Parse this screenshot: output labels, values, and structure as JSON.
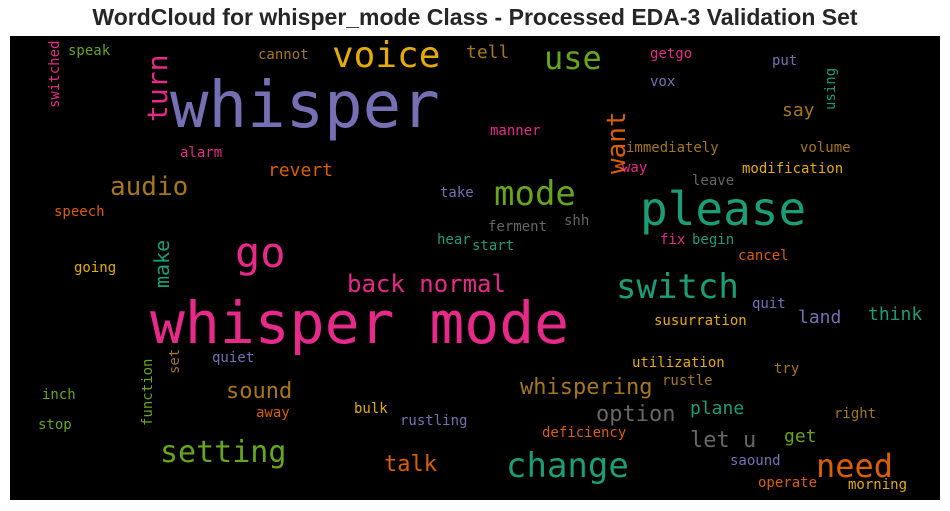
{
  "title": "WordCloud for whisper_mode Class - Processed EDA-3 Validation Set",
  "background": "#000000",
  "palette": {
    "green": "#1b9e77",
    "orange": "#d95f02",
    "purple": "#7570b3",
    "pink": "#e7298a",
    "lime": "#66a61e",
    "yellow": "#e6ab02",
    "brown": "#a6761d",
    "gray": "#666666"
  },
  "words": [
    {
      "text": "whisper mode",
      "color": "#e7298a"
    },
    {
      "text": "whisper",
      "color": "#7570b3"
    },
    {
      "text": "please",
      "color": "#1b9e77"
    },
    {
      "text": "voice",
      "color": "#e6ab02"
    },
    {
      "text": "change",
      "color": "#1b9e77"
    },
    {
      "text": "go",
      "color": "#e7298a"
    },
    {
      "text": "mode",
      "color": "#66a61e"
    },
    {
      "text": "switch",
      "color": "#1b9e77"
    },
    {
      "text": "need",
      "color": "#d95f02"
    },
    {
      "text": "use",
      "color": "#66a61e"
    },
    {
      "text": "setting",
      "color": "#66a61e"
    },
    {
      "text": "turn",
      "color": "#e7298a"
    },
    {
      "text": "audio",
      "color": "#a6761d"
    },
    {
      "text": "want",
      "color": "#d95f02"
    },
    {
      "text": "back normal",
      "color": "#e7298a"
    },
    {
      "text": "whispering",
      "color": "#a6761d"
    },
    {
      "text": "sound",
      "color": "#a6761d"
    },
    {
      "text": "option",
      "color": "#666666"
    },
    {
      "text": "let u",
      "color": "#666666"
    },
    {
      "text": "talk",
      "color": "#d95f02"
    },
    {
      "text": "make",
      "color": "#1b9e77"
    },
    {
      "text": "tell",
      "color": "#a6761d"
    },
    {
      "text": "say",
      "color": "#a6761d"
    },
    {
      "text": "think",
      "color": "#1b9e77"
    },
    {
      "text": "land",
      "color": "#7570b3"
    },
    {
      "text": "plane",
      "color": "#1b9e77"
    },
    {
      "text": "get",
      "color": "#66a61e"
    },
    {
      "text": "revert",
      "color": "#d95f02"
    },
    {
      "text": "speak",
      "color": "#66a61e"
    },
    {
      "text": "switched",
      "color": "#e7298a"
    },
    {
      "text": "cannot",
      "color": "#a6761d"
    },
    {
      "text": "getgo",
      "color": "#e7298a"
    },
    {
      "text": "put",
      "color": "#7570b3"
    },
    {
      "text": "vox",
      "color": "#7570b3"
    },
    {
      "text": "using",
      "color": "#1b9e77"
    },
    {
      "text": "manner",
      "color": "#e7298a"
    },
    {
      "text": "immediately",
      "color": "#a6761d"
    },
    {
      "text": "volume",
      "color": "#a6761d"
    },
    {
      "text": "alarm",
      "color": "#e7298a"
    },
    {
      "text": "way",
      "color": "#e7298a"
    },
    {
      "text": "modification",
      "color": "#e6ab02"
    },
    {
      "text": "leave",
      "color": "#666666"
    },
    {
      "text": "take",
      "color": "#7570b3"
    },
    {
      "text": "speech",
      "color": "#d95f02"
    },
    {
      "text": "ferment",
      "color": "#666666"
    },
    {
      "text": "shh",
      "color": "#666666"
    },
    {
      "text": "hear",
      "color": "#1b9e77"
    },
    {
      "text": "start",
      "color": "#1b9e77"
    },
    {
      "text": "fix",
      "color": "#e7298a"
    },
    {
      "text": "begin",
      "color": "#1b9e77"
    },
    {
      "text": "cancel",
      "color": "#d95f02"
    },
    {
      "text": "going",
      "color": "#e6ab02"
    },
    {
      "text": "quit",
      "color": "#7570b3"
    },
    {
      "text": "susurration",
      "color": "#e6ab02"
    },
    {
      "text": "quiet",
      "color": "#7570b3"
    },
    {
      "text": "set",
      "color": "#a6761d"
    },
    {
      "text": "utilization",
      "color": "#e6ab02"
    },
    {
      "text": "try",
      "color": "#a6761d"
    },
    {
      "text": "rustle",
      "color": "#a6761d"
    },
    {
      "text": "inch",
      "color": "#66a61e"
    },
    {
      "text": "function",
      "color": "#66a61e"
    },
    {
      "text": "away",
      "color": "#d95f02"
    },
    {
      "text": "bulk",
      "color": "#e6ab02"
    },
    {
      "text": "rustling",
      "color": "#7570b3"
    },
    {
      "text": "right",
      "color": "#a6761d"
    },
    {
      "text": "stop",
      "color": "#66a61e"
    },
    {
      "text": "deficiency",
      "color": "#d95f02"
    },
    {
      "text": "saound",
      "color": "#7570b3"
    },
    {
      "text": "operate",
      "color": "#d95f02"
    },
    {
      "text": "morning",
      "color": "#e6ab02"
    }
  ]
}
